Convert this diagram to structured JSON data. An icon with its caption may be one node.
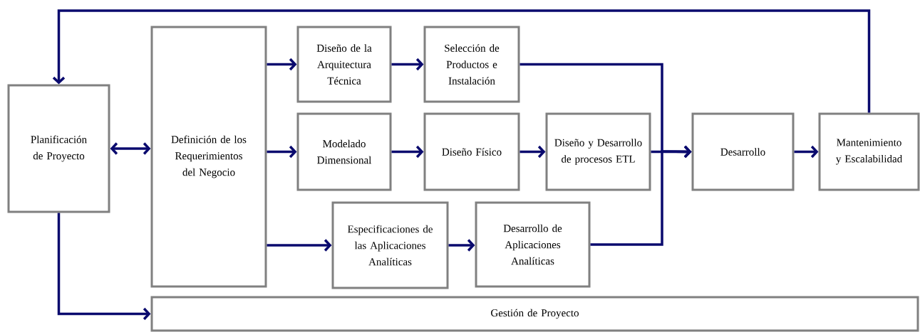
{
  "diagram": {
    "nodes": [
      {
        "text": [
          "Planificación de Proyecto"
        ]
      },
      {
        "text": [
          "Definición de los Requerimientos del Negocio"
        ]
      },
      {
        "text": [
          "Diseño de la Arquitectura Técnica"
        ]
      },
      {
        "text": [
          "Selección de Productos e Instalación"
        ]
      },
      {
        "text": [
          "Modelado Dimensional"
        ]
      },
      {
        "text": [
          "Diseño Físico"
        ]
      },
      {
        "text": [
          "Diseño y Desarrollo de procesos ETL"
        ]
      },
      {
        "text": [
          "Especificaciones de las Aplicaciones Analíticas"
        ]
      },
      {
        "text": [
          "Desarrollo de Aplicaciones Analíticas"
        ]
      },
      {
        "text": [
          "Desarrollo"
        ]
      },
      {
        "text": [
          "Mantenimiento y Escalabilidad"
        ]
      },
      {
        "text": [
          "Gestión de Proyecto"
        ]
      }
    ],
    "edges": [
      {
        "from": 0,
        "to": 1,
        "arrow": "both"
      },
      {
        "from": 1,
        "to": 2,
        "arrow": "to"
      },
      {
        "from": 1,
        "to": 4,
        "arrow": "to"
      },
      {
        "from": 1,
        "to": 7,
        "arrow": "to"
      },
      {
        "from": 2,
        "to": 3,
        "arrow": "to"
      },
      {
        "from": 4,
        "to": 5,
        "arrow": "to"
      },
      {
        "from": 5,
        "to": 6,
        "arrow": "to"
      },
      {
        "from": 7,
        "to": 8,
        "arrow": "to"
      },
      {
        "from": 3,
        "to": 9,
        "arrow": "to"
      },
      {
        "from": 6,
        "to": 9,
        "arrow": "to"
      },
      {
        "from": 8,
        "to": 9,
        "arrow": "to"
      },
      {
        "from": 9,
        "to": 10,
        "arrow": "to"
      },
      {
        "from": 10,
        "to": 0,
        "arrow": "to"
      },
      {
        "from": 0,
        "to": 11,
        "arrow": "to"
      }
    ]
  }
}
